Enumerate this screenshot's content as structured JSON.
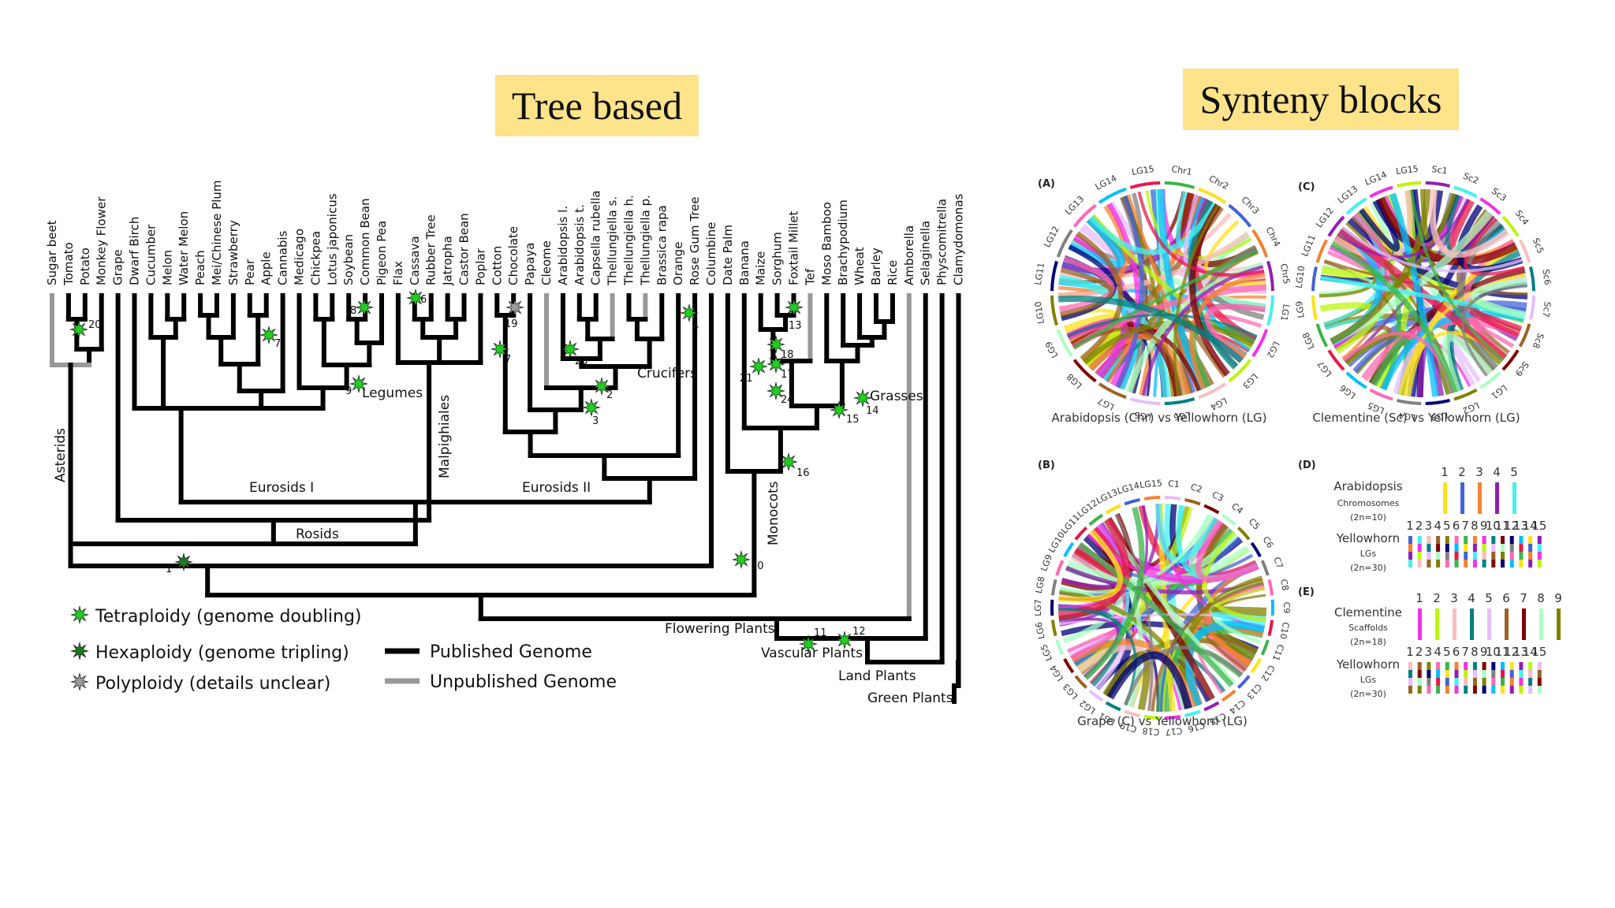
{
  "titles": {
    "tree": "Tree based",
    "synteny": "Synteny blocks"
  },
  "taxa": [
    "Sugar beet",
    "Tomato",
    "Potato",
    "Monkey Flower",
    "Grape",
    "Dwarf Birch",
    "Cucumber",
    "Melon",
    "Water Melon",
    "Peach",
    "Mei/Chinese Plum",
    "Strawberry",
    "Pear",
    "Apple",
    "Cannabis",
    "Medicago",
    "Chickpea",
    "Lotus japonicus",
    "Soybean",
    "Common Bean",
    "Pigeon Pea",
    "Flax",
    "Cassava",
    "Rubber Tree",
    "Jatropha",
    "Castor Bean",
    "Poplar",
    "Cotton",
    "Chocolate",
    "Papaya",
    "Cleome",
    "Arabidopsis l.",
    "Arabidopsis t.",
    "Capsella rubella",
    "Thellungiella s.",
    "Thellungiella h.",
    "Thellungiella p.",
    "Brassica rapa",
    "Orange",
    "Rose Gum Tree",
    "Columbine",
    "Date Palm",
    "Banana",
    "Maize",
    "Sorghum",
    "Foxtail Millet",
    "Tef",
    "Moso Bamboo",
    "Brachypodium",
    "Wheat",
    "Barley",
    "Rice",
    "Amborella",
    "Selaginella",
    "Physcomitrella",
    "Clamydomonas"
  ],
  "clades": {
    "asterids": "Asterids",
    "legumes": "Legumes",
    "malpighiales": "Malpighiales",
    "crucifers": "Crucifers",
    "grasses": "Grasses",
    "eurosids1": "Eurosids I",
    "eurosids2": "Eurosids II",
    "rosids": "Rosids",
    "monocots": "Monocots",
    "flowering": "Flowering Plants",
    "vascular": "Vascular Plants",
    "land": "Land Plants",
    "green": "Green Plants"
  },
  "event_numbers": [
    "20",
    "7",
    "8",
    "6",
    "19",
    "7",
    "4",
    "23",
    "2",
    "3",
    "9",
    "1",
    "10",
    "21",
    "18",
    "17",
    "24",
    "13",
    "15",
    "14",
    "16",
    "11",
    "12"
  ],
  "legend": {
    "tetraploidy": "Tetraploidy (genome doubling)",
    "hexaploidy": "Hexaploidy (genome tripling)",
    "polyploidy": "Polyploidy (details unclear)",
    "published": "Published Genome",
    "unpublished": "Unpublished Genome"
  },
  "synteny": {
    "panelA": {
      "label": "(A)",
      "caption": "Arabidopsis (Chr) vs Yellowhorn (LG)"
    },
    "panelB": {
      "label": "(B)",
      "caption": "Grape (C) vs Yellowhorn (LG)"
    },
    "panelC": {
      "label": "(C)",
      "caption": "Clementine (Sc) vs Yellowhorn (LG)"
    },
    "panelD": {
      "label": "(D)",
      "row1_title": "Arabidopsis",
      "row1_sub": "Chromosomes",
      "row1_n": "(2n=10)",
      "row2_title": "Yellowhorn",
      "row2_sub": "LGs",
      "row2_n": "(2n=30)"
    },
    "panelE": {
      "label": "(E)",
      "row1_title": "Clementine",
      "row1_sub": "Scaffolds",
      "row1_n": "(2n=18)",
      "row2_title": "Yellowhorn",
      "row2_sub": "LGs",
      "row2_n": "(2n=30)"
    },
    "nums5": [
      "1",
      "2",
      "3",
      "4",
      "5"
    ],
    "nums9": [
      "1",
      "2",
      "3",
      "4",
      "5",
      "6",
      "7",
      "8",
      "9"
    ],
    "nums15": [
      "1",
      "2",
      "3",
      "4",
      "5",
      "6",
      "7",
      "8",
      "9",
      "10",
      "11",
      "12",
      "13",
      "14",
      "15"
    ]
  },
  "colors": {
    "published": "#000000",
    "unpublished": "#999999",
    "star_green": "#22cc22",
    "banner": "#fde38a"
  }
}
